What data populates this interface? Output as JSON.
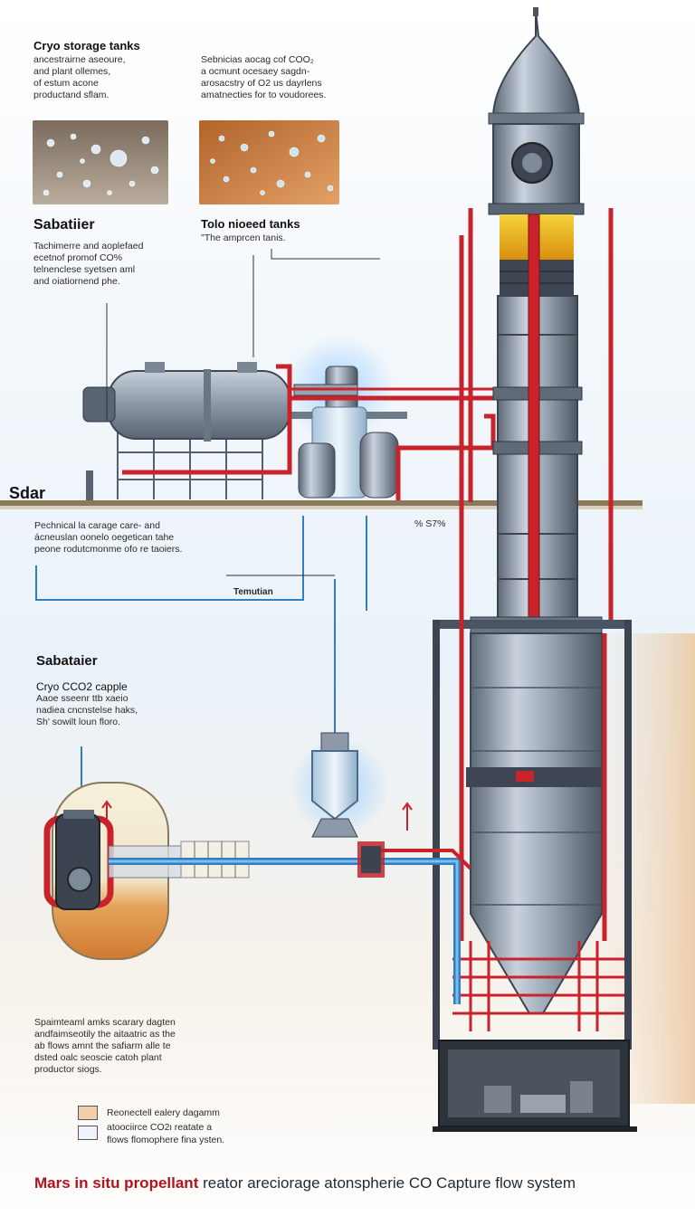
{
  "colors": {
    "pipe_red": "#c8222a",
    "pipe_blue": "#2f7fc2",
    "steel": "#8d99a8",
    "steel_dark": "#4a5563",
    "glow_yellow": "#f0c419",
    "mars_orange": "#d9893a",
    "ground": "#8a7a5a",
    "title_red": "#b5121b"
  },
  "annotations": {
    "top_left": {
      "title": "Cryo storage tanks",
      "lines": [
        "ancestrairne aseoure,",
        "and plant ollemes,",
        "of estum acone",
        "productand sflam."
      ]
    },
    "top_mid": {
      "lines": [
        "Sebnicias aocag cof COO₂",
        "a ocmunt ocesaey sagdn-",
        "arosacstry of O2 us dayrlens",
        "amatnecties for to voudorees."
      ]
    },
    "sabatier_1": {
      "title": "Sabatiier",
      "lines": [
        "Tachimerre and aoplefaed",
        "ecetnof promof CO%",
        "telnenclese syetsen aml",
        "and oiatiornend phe."
      ]
    },
    "tolo": {
      "title": "Tolo nioeed tanks",
      "lines": [
        "\"The amprcen tanis."
      ]
    },
    "sdar": {
      "title": "Sdar"
    },
    "pechnical": {
      "lines": [
        "Pechnical la carage care- and",
        "ácneuslan oonelo oegetican tahe",
        "peone rodutcmonme ofo re taoiers."
      ]
    },
    "percent_label": "% S7%",
    "temutian": "Temutian",
    "sabatier_2": {
      "title": "Sabataier"
    },
    "cryo_co2": {
      "title": "Cryo CCO2 capple",
      "lines": [
        "Aaoe sseenr ttb xaeio",
        "nadiea cncnstelse haks,",
        "Sh' sowilt loun floro."
      ]
    },
    "bottom_left": {
      "lines": [
        "Spaimteaml amks scarary dagten",
        "andfaimseotily the aitaatric as the",
        "ab flows amnt the safiarm alle te",
        "dsted oalc seoscie catoh plant",
        "productor siogs."
      ]
    }
  },
  "legend": {
    "items": [
      {
        "label": "Reonectell ealery dagamm",
        "color": "#f2cfa8"
      },
      {
        "label": "atoociirce CO2ι reatate a",
        "color": "#eef3fa"
      }
    ],
    "note": "flows flomophere fina ysten."
  },
  "footer": {
    "part_a": "Mars in situ propellant",
    "part_b": " reator areciorage atonspherie CO Capture flow system"
  }
}
